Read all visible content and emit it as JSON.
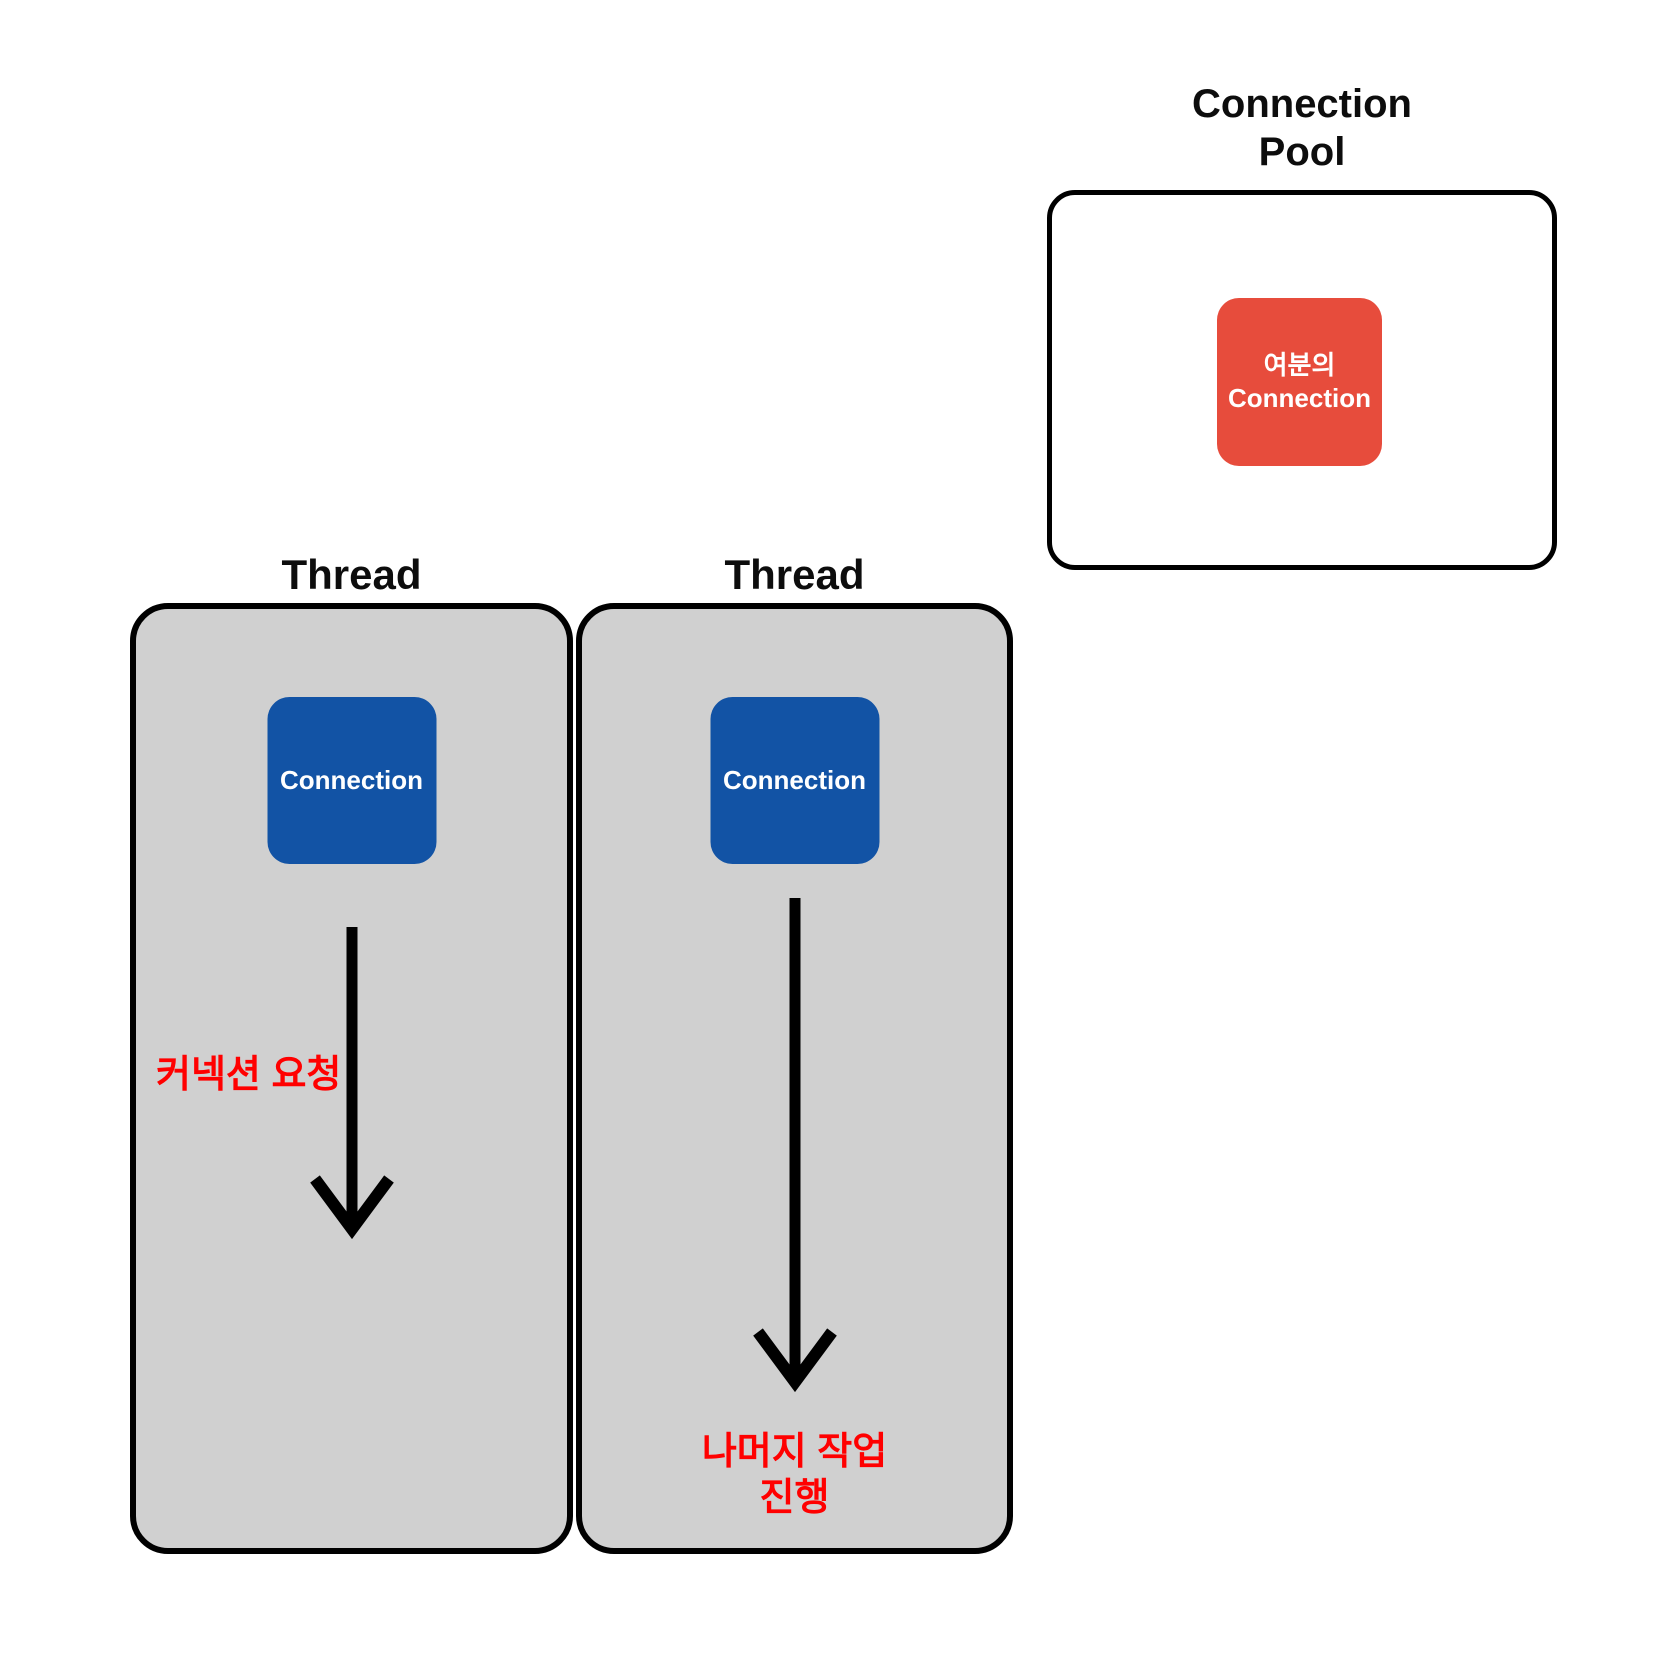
{
  "connection_pool": {
    "title_lines": [
      "Connection",
      "Pool"
    ],
    "spare_box": {
      "label_lines": [
        "여분의",
        "Connection"
      ]
    }
  },
  "threads": {
    "left": {
      "title": "Thread",
      "connection_label": "Connection",
      "annotation": "커넥션 요청"
    },
    "right": {
      "title": "Thread",
      "connection_label": "Connection",
      "annotation_lines": [
        "나머지 작업",
        "진행"
      ]
    }
  },
  "colors": {
    "background": "#FFFFFF",
    "thread_fill": "#D0D0D0",
    "box_border": "#000000",
    "connection_blue": "#1253A5",
    "spare_connection_red": "#E74C3C",
    "annotation_red": "#FF0000",
    "heading_text": "#0D0D0D",
    "box_label_text": "#FFFFFF"
  }
}
